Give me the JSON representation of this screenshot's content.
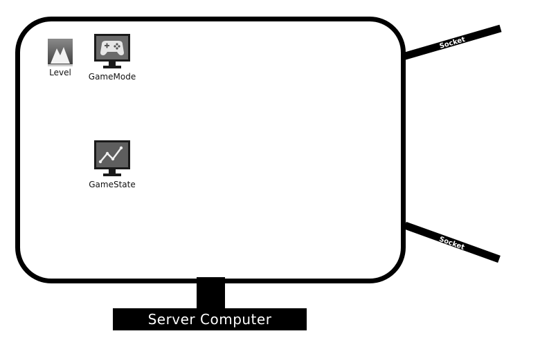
{
  "server": {
    "label": "Server Computer"
  },
  "icons": {
    "level": {
      "label": "Level",
      "icon": "level-mountain-icon"
    },
    "game_mode": {
      "label": "GameMode",
      "icon": "gamepad-monitor-icon"
    },
    "game_state": {
      "label": "GameState",
      "icon": "graph-monitor-icon"
    }
  },
  "sockets": {
    "top": {
      "label": "Socket"
    },
    "bottom": {
      "label": "Socket"
    }
  },
  "colors": {
    "outline": "#000000",
    "background": "#ffffff",
    "icon_fill": "#555555"
  }
}
